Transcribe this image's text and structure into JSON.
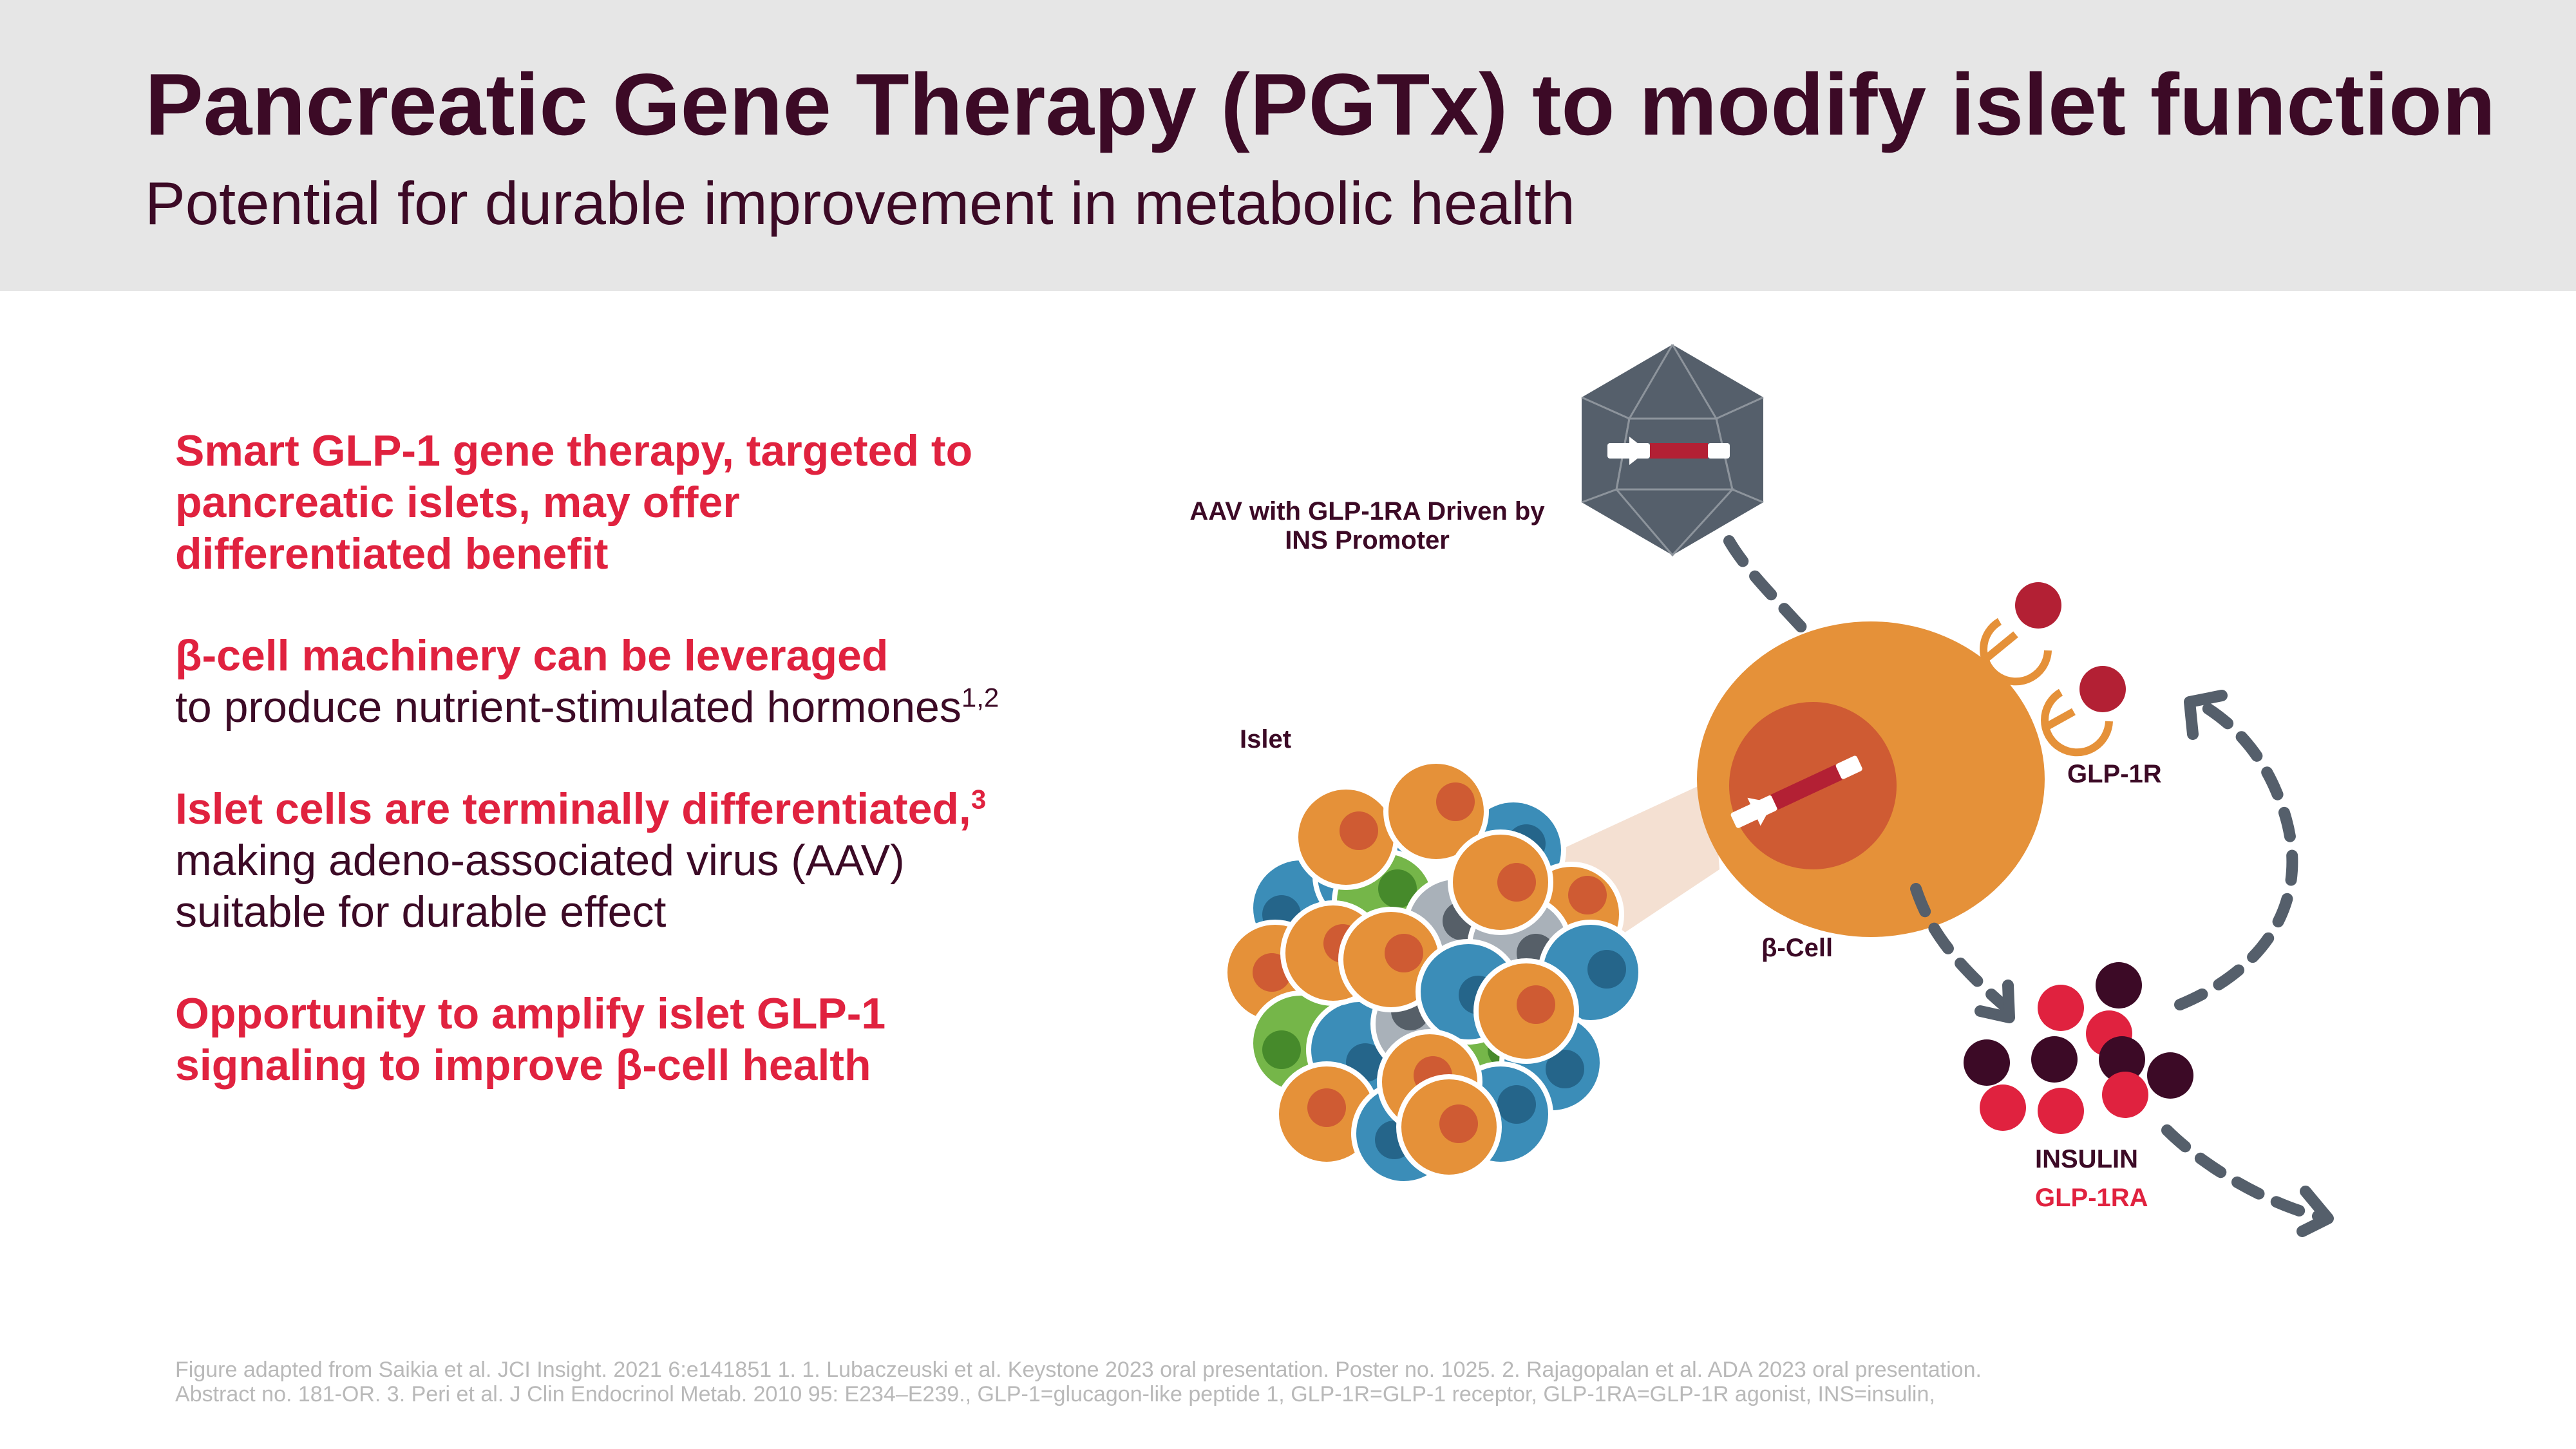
{
  "header": {
    "title": "Pancreatic Gene Therapy (PGTx) to modify islet function",
    "subtitle": "Potential for durable improvement in metabolic health"
  },
  "bullets": [
    {
      "lead": "Smart GLP-1 gene therapy, targeted to pancreatic islets, may offer differentiated benefit",
      "rest": "",
      "sup": "",
      "tail": ""
    },
    {
      "lead": "β-cell machinery can be leveraged",
      "rest": "to produce nutrient-stimulated hormones",
      "sup": "1,2",
      "tail": ""
    },
    {
      "lead": "Islet cells are terminally differentiated,",
      "sup": "3",
      "rest": " making adeno-associated virus (AAV) suitable for durable effect",
      "tail": ""
    },
    {
      "lead": "Opportunity to amplify islet GLP-1 signaling to improve β-cell health",
      "rest": "",
      "sup": "",
      "tail": ""
    }
  ],
  "diagram": {
    "aav_label_line1": "AAV with GLP-1RA Driven by",
    "aav_label_line2": "INS Promoter",
    "islet_label": "Islet",
    "beta_cell_label": "β-Cell",
    "receptor_label": "GLP-1R",
    "insulin_label": "INSULIN",
    "glp1ra_label": "GLP-1RA"
  },
  "colors": {
    "accent_red": "#e0223f",
    "dark_maroon": "#3c0a26",
    "beta_cell_orange": "#e59139",
    "virus_gray": "#555f6b",
    "islet_blue": "#3b8db8",
    "islet_green": "#75b649",
    "islet_gray": "#a9b1b9"
  },
  "footnote": "Figure adapted from Saikia et al. JCI Insight. 2021 6:e141851 1. 1. Lubaczeuski et al. Keystone 2023 oral presentation. Poster no. 1025. 2. Rajagopalan et al. ADA 2023 oral presentation. Abstract no. 181-OR. 3. Peri et al. J Clin Endocrinol Metab. 2010 95: E234–E239., GLP-1=glucagon-like peptide 1, GLP-1R=GLP-1 receptor, GLP-1RA=GLP-1R agonist, INS=insulin,"
}
